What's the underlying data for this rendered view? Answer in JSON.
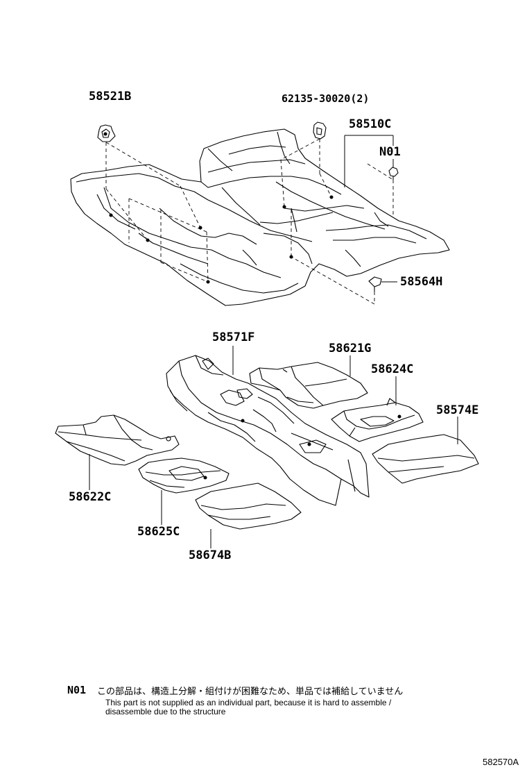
{
  "diagram": {
    "part_labels": {
      "p58521B": "58521B",
      "p62135": "62135-30020(2)",
      "p58510C": "58510C",
      "pN01": "N01",
      "p58564H": "58564H",
      "p58571F": "58571F",
      "p58621G": "58621G",
      "p58624C": "58624C",
      "p58574E": "58574E",
      "p58622C": "58622C",
      "p58625C": "58625C",
      "p58674B": "58674B"
    },
    "note": {
      "code": "N01",
      "japanese": "この部品は、構造上分解・組付けが困難なため、単品では補給していません",
      "english_line1": "This part is not supplied as an individual part, because it is hard to assemble /",
      "english_line2": "disassemble due to the structure"
    },
    "figure_id": "582570A",
    "colors": {
      "line": "#000000",
      "background": "#ffffff",
      "dashed": "#000000"
    }
  }
}
